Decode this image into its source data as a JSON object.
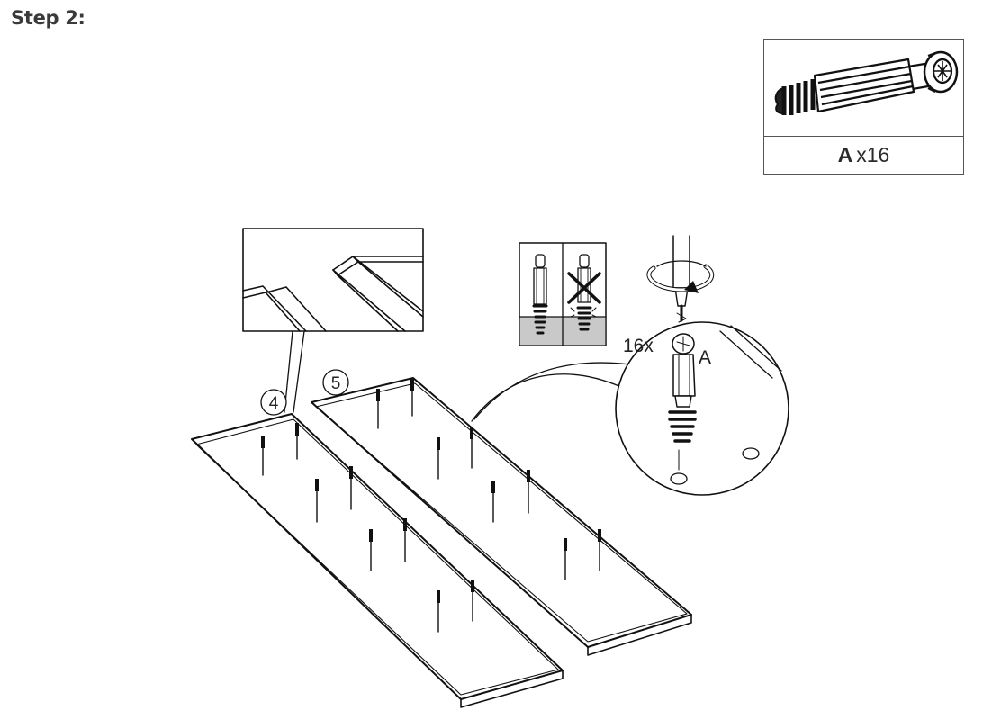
{
  "step": {
    "title": "Step 2:"
  },
  "parts": [
    {
      "letter": "A",
      "quantity": "x16",
      "icon": "cam-dowel-icon"
    }
  ],
  "illustration": {
    "panels": [
      {
        "number": "4"
      },
      {
        "number": "5"
      }
    ],
    "detail": {
      "count": "16x",
      "part": "A"
    },
    "icons": [
      "edge-detail-icon",
      "correct-incorrect-icon",
      "screwdriver-icon",
      "rotation-arrow-icon",
      "cam-dowel-icon"
    ]
  }
}
